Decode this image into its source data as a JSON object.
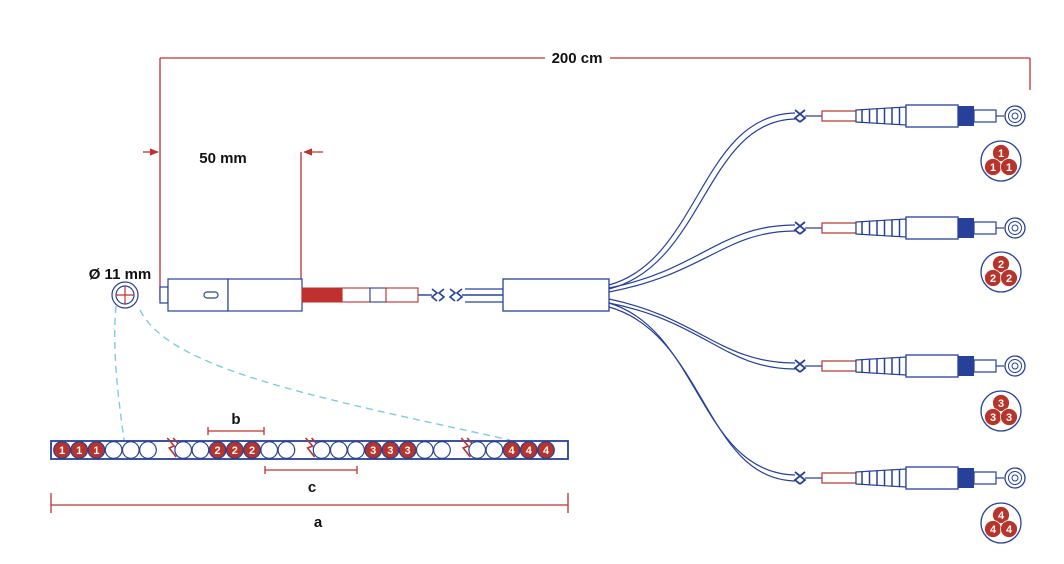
{
  "dimensions": {
    "cable_length": "200 cm",
    "connector_length": "50 mm",
    "diameter": "Ø 11 mm",
    "label_a": "a",
    "label_b": "b",
    "label_c": "c"
  },
  "fiber_groups": [
    {
      "group": "1",
      "labels": [
        "1",
        "1",
        "1"
      ]
    },
    {
      "group": "2",
      "labels": [
        "2",
        "2",
        "2"
      ]
    },
    {
      "group": "3",
      "labels": [
        "3",
        "3",
        "3"
      ]
    },
    {
      "group": "4",
      "labels": [
        "4",
        "4",
        "4"
      ]
    }
  ],
  "colors": {
    "dimension_red": "#c0302e",
    "cable_blue": "#27409a",
    "fiber_red": "#b8332a",
    "leader_cyan": "#7fcbe0"
  }
}
